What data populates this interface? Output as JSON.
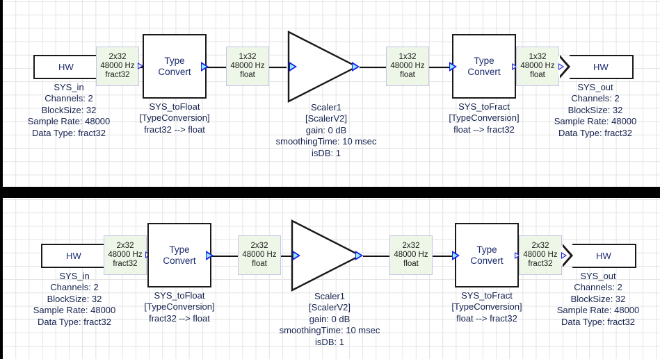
{
  "diagrams": [
    {
      "id": "top",
      "source": {
        "block_label": "HW",
        "name": "SYS_in",
        "props": [
          "Channels: 2",
          "BlockSize: 32",
          "Sample Rate: 48000",
          "Data Type: fract32"
        ]
      },
      "sink": {
        "block_label": "HW",
        "name": "SYS_out",
        "props": [
          "Channels: 2",
          "BlockSize: 32",
          "Sample Rate: 48000",
          "Data Type: fract32"
        ]
      },
      "blocks": [
        {
          "title_line1": "Type",
          "title_line2": "Convert",
          "name": "SYS_toFloat",
          "type": "[TypeConversion]",
          "detail": "fract32 --> float"
        },
        {
          "name": "Scaler1",
          "type": "[ScalerV2]",
          "props": [
            "gain: 0 dB",
            "smoothingTime: 10 msec",
            "isDB: 1"
          ]
        },
        {
          "title_line1": "Type",
          "title_line2": "Convert",
          "name": "SYS_toFract",
          "type": "[TypeConversion]",
          "detail": "float --> fract32"
        }
      ],
      "signals": [
        {
          "dims": "2x32",
          "rate": "48000 Hz",
          "dtype": "fract32"
        },
        {
          "dims": "1x32",
          "rate": "48000 Hz",
          "dtype": "float"
        },
        {
          "dims": "1x32",
          "rate": "48000 Hz",
          "dtype": "float"
        },
        {
          "dims": "1x32",
          "rate": "48000 Hz",
          "dtype": "float"
        }
      ]
    },
    {
      "id": "bottom",
      "source": {
        "block_label": "HW",
        "name": "SYS_in",
        "props": [
          "Channels: 2",
          "BlockSize: 32",
          "Sample Rate: 48000",
          "Data Type: fract32"
        ]
      },
      "sink": {
        "block_label": "HW",
        "name": "SYS_out",
        "props": [
          "Channels: 2",
          "BlockSize: 32",
          "Sample Rate: 48000",
          "Data Type: fract32"
        ]
      },
      "blocks": [
        {
          "title_line1": "Type",
          "title_line2": "Convert",
          "name": "SYS_toFloat",
          "type": "[TypeConversion]",
          "detail": "fract32 --> float"
        },
        {
          "name": "Scaler1",
          "type": "[ScalerV2]",
          "props": [
            "gain: 0 dB",
            "smoothingTime: 10 msec",
            "isDB: 1"
          ]
        },
        {
          "title_line1": "Type",
          "title_line2": "Convert",
          "name": "SYS_toFract",
          "type": "[TypeConversion]",
          "detail": "float --> fract32"
        }
      ],
      "signals": [
        {
          "dims": "2x32",
          "rate": "48000 Hz",
          "dtype": "fract32"
        },
        {
          "dims": "2x32",
          "rate": "48000 Hz",
          "dtype": "float"
        },
        {
          "dims": "2x32",
          "rate": "48000 Hz",
          "dtype": "float"
        },
        {
          "dims": "2x32",
          "rate": "48000 Hz",
          "dtype": "fract32"
        }
      ]
    }
  ],
  "colors": {
    "canvas": "#ffffff",
    "grid": "#e3e3e3",
    "band": "#000000",
    "signal_fill": "#eef7e7",
    "signal_border": "#c6c4e8",
    "port_outline": "#1d1df0",
    "port_fill": "#8ff0f0",
    "text": "#16234f",
    "block_outline": "#1a1a1a"
  }
}
